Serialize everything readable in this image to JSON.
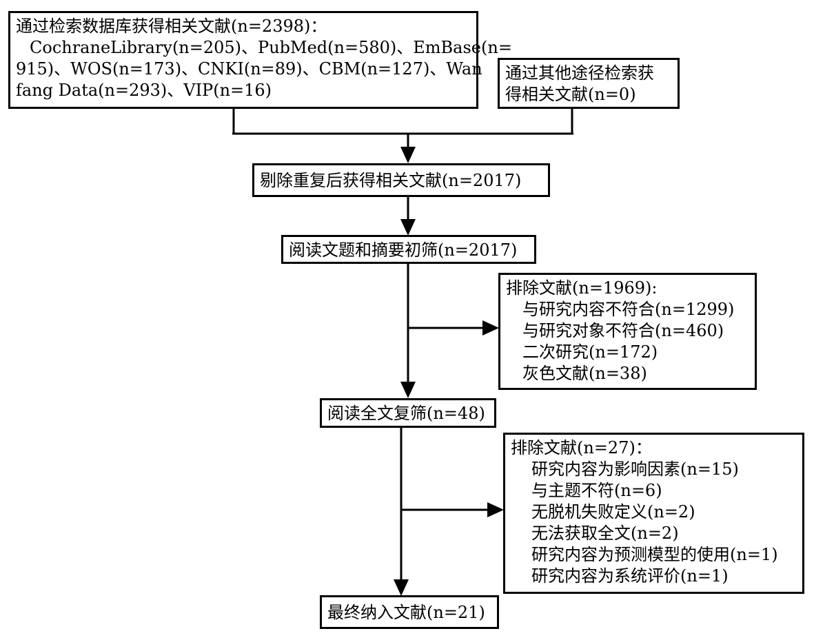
{
  "boxes": {
    "search_databases": {
      "lines": [
        "通过检索数据库获得相关文献(n=2398)：",
        "CochraneLibrary(n=205)、PubMed(n=580)、EmBase(n=",
        "915)、WOS(n=173)、CNKI(n=89)、CBM(n=127)、Wan",
        "fang Data(n=293)、VIP(n=16)"
      ]
    },
    "other_sources": {
      "lines": [
        "通过其他途径检索获",
        "得相关文献(n=0)"
      ]
    },
    "after_dedup": {
      "text": "剔除重复后获得相关文献(n=2017)"
    },
    "title_abstract": {
      "text": "阅读文题和摘要初筛(n=2017)"
    },
    "exclude_1": {
      "heading": "排除文献(n=1969):",
      "items": [
        "与研究内容不符合(n=1299)",
        "与研究对象不符合(n=460)",
        "二次研究(n=172)",
        "灰色文献(n=38)"
      ]
    },
    "full_text": {
      "text": "阅读全文复筛(n=48)"
    },
    "exclude_2": {
      "heading": "排除文献(n=27)：",
      "items": [
        "研究内容为影响因素(n=15)",
        "与主题不符(n=6)",
        "无脱机失败定义(n=2)",
        "无法获取全文(n=2)",
        "研究内容为预测模型的使用(n=1)",
        "研究内容为系统评价(n=1)"
      ]
    },
    "final_included": {
      "text": "最终纳入文献(n=21)"
    }
  },
  "colors": {
    "line": "#000000",
    "background": "#ffffff"
  }
}
